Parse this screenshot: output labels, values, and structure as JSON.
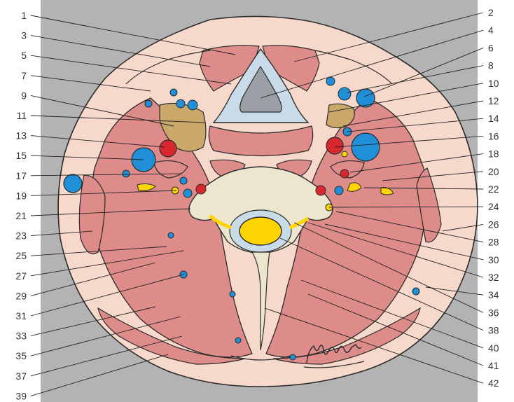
{
  "figure": {
    "left_labels": [
      "1",
      "3",
      "5",
      "7",
      "9",
      "11",
      "13",
      "15",
      "17",
      "19",
      "21",
      "23",
      "25",
      "27",
      "29",
      "31",
      "33",
      "35",
      "37",
      "39"
    ],
    "right_labels": [
      "2",
      "4",
      "6",
      "8",
      "10",
      "12",
      "14",
      "16",
      "18",
      "20",
      "22",
      "24",
      "26",
      "28",
      "30",
      "32",
      "34",
      "36",
      "38",
      "40",
      "41",
      "42"
    ],
    "signature": "Moller"
  },
  "colors": {
    "panel": "#b3b3b3",
    "skin": "#f7d9cc",
    "muscle": "#de8c8a",
    "muscle_dark": "#b8585a",
    "bone": "#ece6cf",
    "cartilage": "#c9dbe8",
    "nerve_gold": "#c9a86a",
    "artery": "#d8282e",
    "vein": "#1f8fd8",
    "spinal_cord": "#ffd400",
    "ink": "#2a2a2a"
  }
}
